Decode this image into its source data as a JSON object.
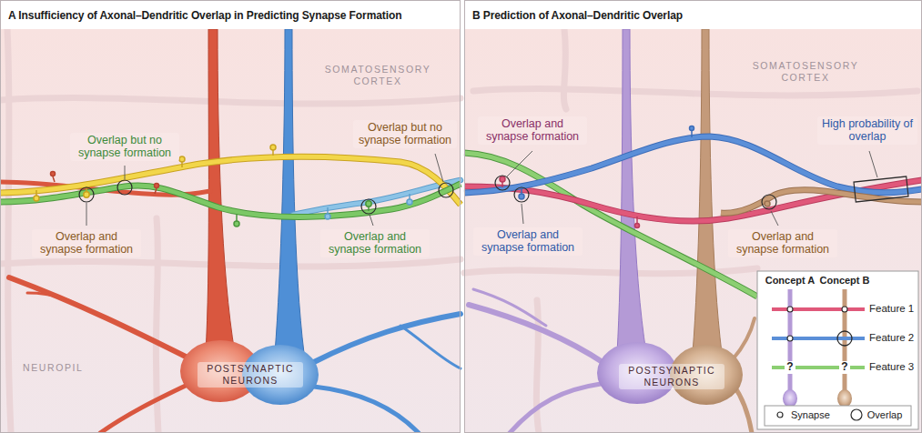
{
  "diagram": {
    "nodes": [
      {
        "text": [
          "A Insufficiency of Axonal–Dendritic Overlap in Predicting Synapse Formation"
        ]
      },
      {
        "text": [
          "B Prediction of Axonal–Dendritic Overlap"
        ]
      }
    ],
    "labels": [
      "SOMATOSENSORY CORTEX",
      "Overlap but no synapse formation",
      "Overlap but no synapse formation",
      "Overlap and synapse formation",
      "Overlap and synapse formation",
      "NEUROPIL",
      "POSTSYNAPTIC NEURONS",
      "SOMATOSENSORY CORTEX",
      "Overlap and synapse formation",
      "High probability of overlap",
      "Overlap and synapse formation",
      "Overlap and synapse formation",
      "POSTSYNAPTIC NEURONS",
      "Concept A",
      "Concept B",
      "Feature 1",
      "Feature 2",
      "Feature 3",
      "?",
      "?"
    ],
    "legend": [
      {
        "text": "Synapse"
      },
      {
        "text": "Overlap"
      }
    ]
  }
}
